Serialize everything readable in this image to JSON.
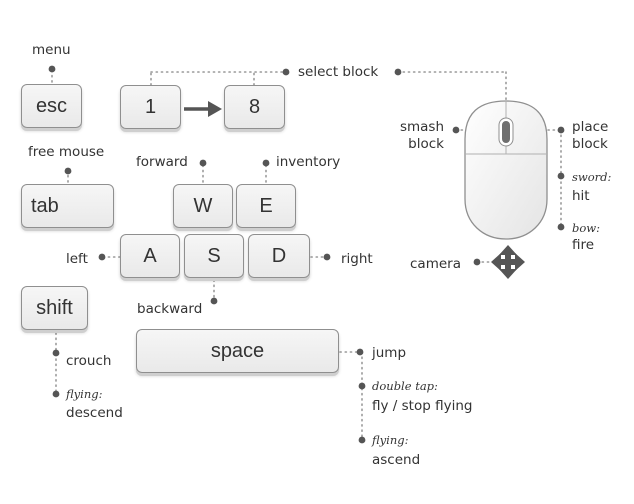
{
  "keys": {
    "esc": "esc",
    "one": "1",
    "eight": "8",
    "tab": "tab",
    "w": "W",
    "e": "E",
    "a": "A",
    "s": "S",
    "d": "D",
    "shift": "shift",
    "space": "space"
  },
  "labels": {
    "menu": "menu",
    "select_block": "select block",
    "free_mouse": "free mouse",
    "forward": "forward",
    "inventory": "inventory",
    "left": "left",
    "right": "right",
    "backward": "backward",
    "crouch": "crouch",
    "flying_descend_mode": "flying:",
    "descend": "descend",
    "jump": "jump",
    "double_tap_mode": "double tap:",
    "fly_stop_flying": "fly / stop flying",
    "flying_ascend_mode": "flying:",
    "ascend": "ascend",
    "smash_line1": "smash",
    "smash_line2": "block",
    "place_line1": "place",
    "place_line2": "block",
    "sword_mode": "sword:",
    "hit": "hit",
    "bow_mode": "bow:",
    "fire": "fire",
    "camera": "camera"
  },
  "icons": {
    "arrow": "right-arrow-icon",
    "mouse": "mouse-icon",
    "camera_move": "four-way-arrow-icon"
  },
  "colors": {
    "key_border": "#8f8f8f",
    "leader_dots": "#999999",
    "leader_node": "#555555",
    "text": "#333333"
  }
}
